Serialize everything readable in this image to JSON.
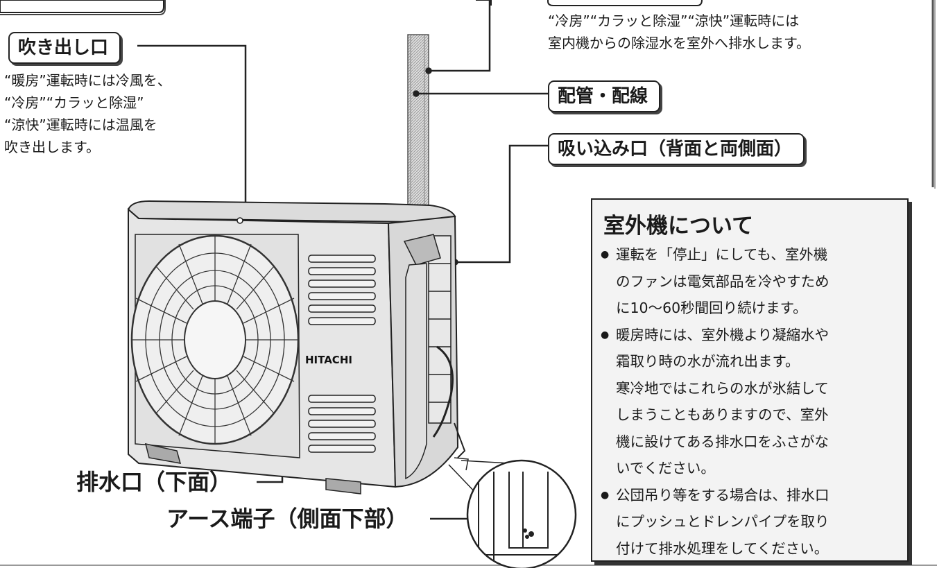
{
  "labels": {
    "outlet": "吹き出し口",
    "piping": "配管・配線",
    "intake": "吸い込み口（背面と両側面）",
    "drain": "排水口（下面）",
    "earth": "アース端子（側面下部）"
  },
  "descriptions": {
    "outlet": [
      "“暖房”運転時には冷風を、",
      "“冷房”“カラッと除湿”",
      "“涼快”運転時には温風を",
      "吹き出します。"
    ],
    "drain_hose": [
      "“冷房”“カラッと除湿”“涼快”運転時には",
      "室内機からの除湿水を室外へ排水します。"
    ]
  },
  "info_box": {
    "title": "室外機について",
    "bullets": [
      [
        "運転を「停止」にしても、室外機",
        "のファンは電気部品を冷やすため",
        "に10〜60秒間回り続けます。"
      ],
      [
        "暖房時には、室外機より凝縮水や",
        "霜取り時の水が流れ出ます。",
        "寒冷地ではこれらの水が氷結して",
        "しまうこともありますので、室外",
        "機に設けてある排水口をふさがな",
        "いでください。"
      ],
      [
        "公団吊り等をする場合は、排水口",
        "にプッシュとドレンパイプを取り",
        "付けて排水処理をしてください。"
      ]
    ]
  },
  "brand": "HITACHI",
  "colors": {
    "stroke": "#222222",
    "unit_fill": "#e6e6e6",
    "panel_fill": "#f3f3f3"
  }
}
